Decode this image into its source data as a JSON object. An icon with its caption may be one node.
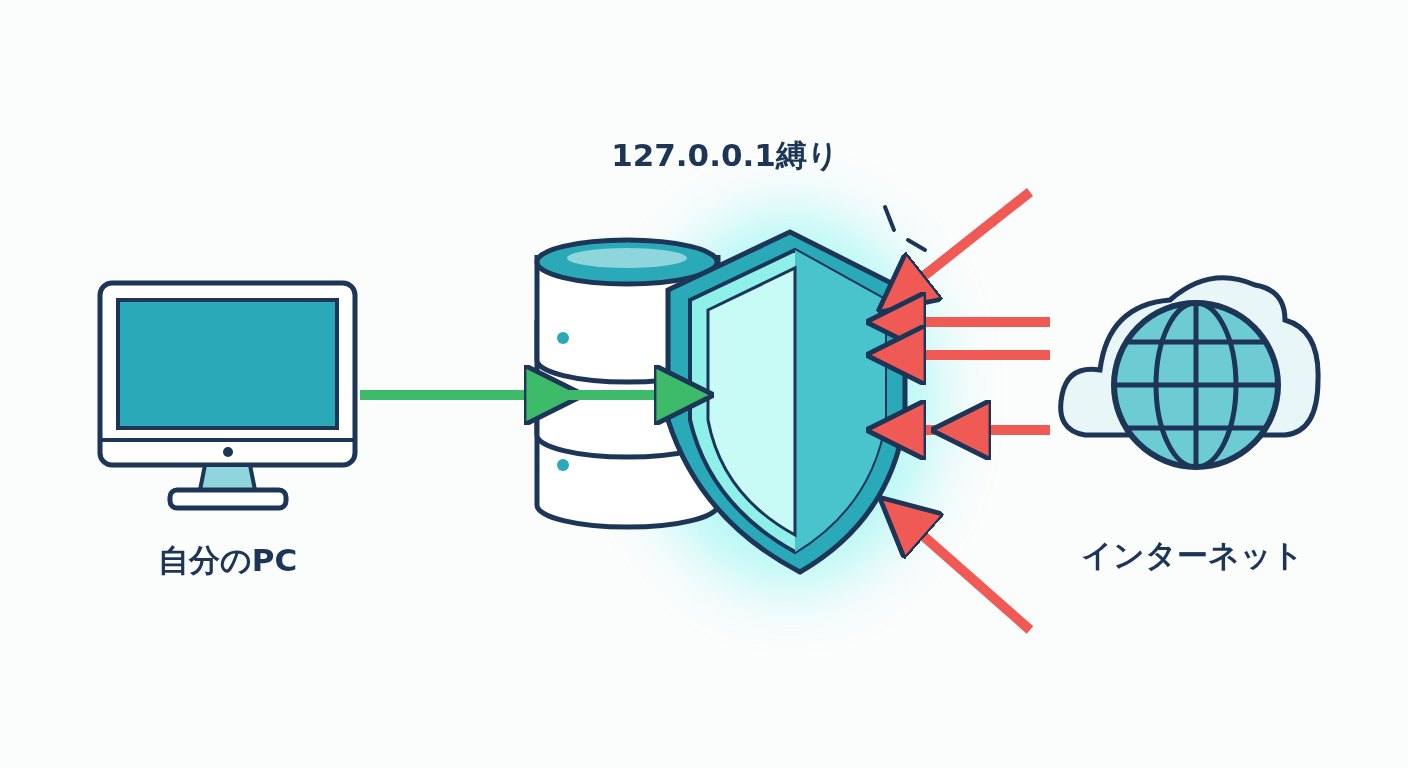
{
  "diagram": {
    "nodes": [
      {
        "text": [
          "自分のPC"
        ]
      },
      {
        "text": [],
        "shape": "cylinder"
      },
      {
        "text": [
          "127.0.0.1縛り"
        ]
      },
      {
        "text": [
          "インターネット"
        ]
      }
    ],
    "edges": [
      {
        "from": 0,
        "to": 1,
        "arrow": "to",
        "color": "#3dbb6a"
      },
      {
        "from": 1,
        "to": 2,
        "arrow": "to",
        "color": "#3dbb6a"
      },
      {
        "from": null,
        "to": 2,
        "arrow": "to"
      },
      {
        "from": 3,
        "to": 2,
        "arrow": "to"
      },
      {
        "from": 3,
        "to": 2,
        "arrow": "to"
      },
      {
        "from": 3,
        "to": 2,
        "arrow": "to"
      },
      {
        "from": null,
        "to": 2,
        "arrow": "to"
      }
    ]
  }
}
